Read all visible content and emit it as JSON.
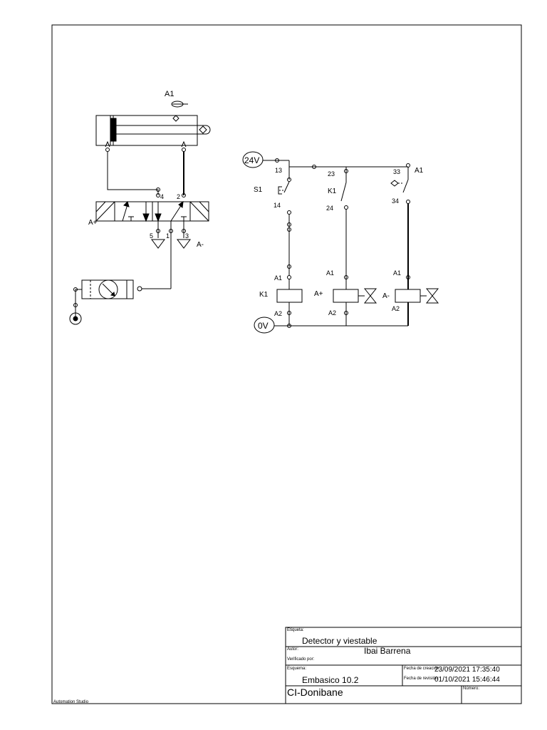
{
  "footer": {
    "software": "Automation Studio"
  },
  "pneumatic": {
    "cylinder_label": "A1",
    "valve_left_label": "A+",
    "valve_right_label": "A-",
    "port_4": "4",
    "port_2": "2",
    "port_5": "5",
    "port_1": "1",
    "port_3": "3"
  },
  "electric": {
    "supply_24": "24V",
    "supply_0": "0V",
    "s1_label": "S1",
    "k1_contact_label": "K1",
    "s1_terminal_top": "13",
    "s1_terminal_bottom": "14",
    "k1_terminal_top": "23",
    "k1_terminal_bottom": "24",
    "a1_terminal_top": "33",
    "a1_terminal_bottom": "34",
    "a1_sensor_label": "A1",
    "coil_k1_label": "K1",
    "coil_k1_a1": "A1",
    "coil_k1_a2": "A2",
    "coil_aplus_label": "A+",
    "coil_aplus_a1": "A1",
    "coil_aplus_a2": "A2",
    "coil_aminus_label": "A-",
    "coil_aminus_a1": "A1",
    "coil_aminus_a2": "A2"
  },
  "title_block": {
    "etiqueta_label": "Etiqueta:",
    "etiqueta_value": "Detector y viestable",
    "autor_label": "Autor:",
    "autor_value": "Ibai Barrena",
    "verificado_label": "Verificado por:",
    "esquema_label": "Esquema:",
    "esquema_value": "Embasico 10.2",
    "fecha_creacion_label": "Fecha de creación:",
    "fecha_creacion_value": "23/09/2021 17:35:40",
    "fecha_revision_label": "Fecha de revisión:",
    "fecha_revision_value": "01/10/2021 15:46:44",
    "numero_label": "Número:",
    "company": "CI-Donibane"
  }
}
